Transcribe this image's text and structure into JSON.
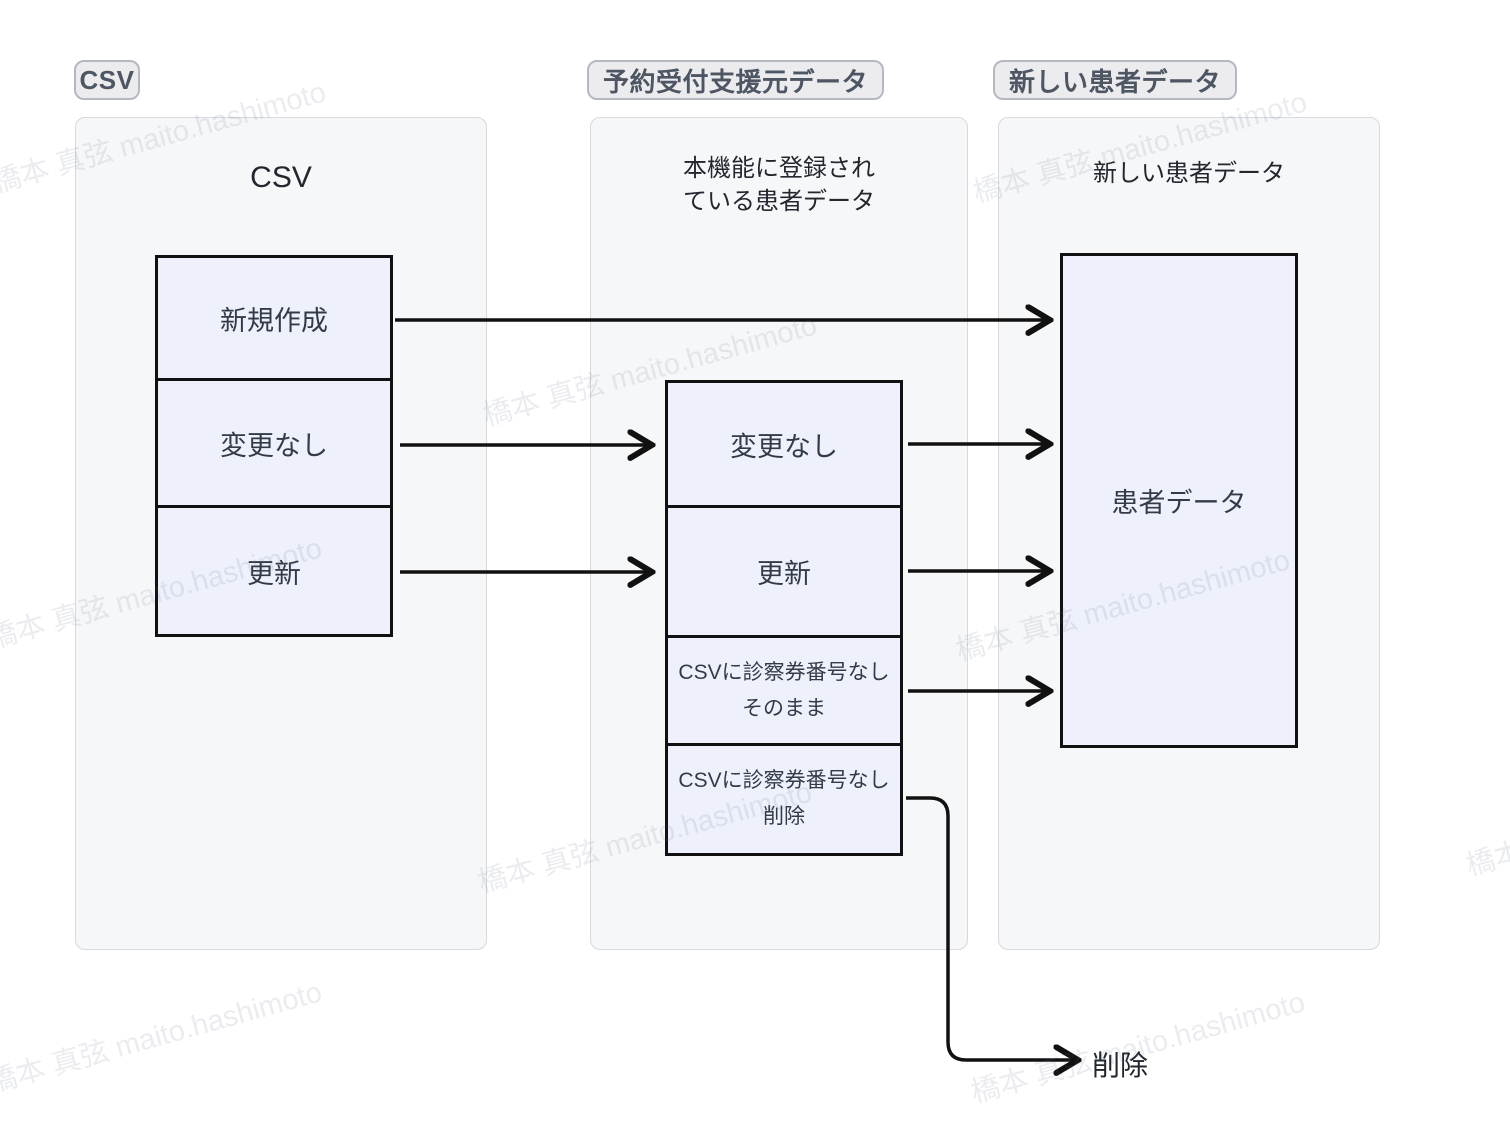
{
  "watermark": {
    "text": "橋本 真弦 maito.hashimoto"
  },
  "groups": {
    "csv": {
      "badge": "CSV",
      "title": "CSV",
      "box_new": "新規作成",
      "box_nochange": "変更なし",
      "box_update": "更新"
    },
    "source": {
      "badge": "予約受付支援元データ",
      "title_line1": "本機能に登録され",
      "title_line2": "ている患者データ",
      "box_nochange": "変更なし",
      "box_update": "更新",
      "box_keep_line1": "CSVに診察券番号なし",
      "box_keep_line2": "そのまま",
      "box_delete_line1": "CSVに診察券番号なし",
      "box_delete_line2": "削除"
    },
    "new_patient": {
      "badge": "新しい患者データ",
      "title": "新しい患者データ",
      "box_patient": "患者データ"
    }
  },
  "labels": {
    "delete_end": "削除"
  },
  "colors": {
    "node_fill": "#eef1fb",
    "node_border": "#111111",
    "container_fill": "#f6f7f8",
    "container_border": "#d6d9dd",
    "badge_fill": "#ececef",
    "badge_border": "#b4b8c0",
    "badge_text": "#4e5663",
    "arrow": "#111111"
  }
}
